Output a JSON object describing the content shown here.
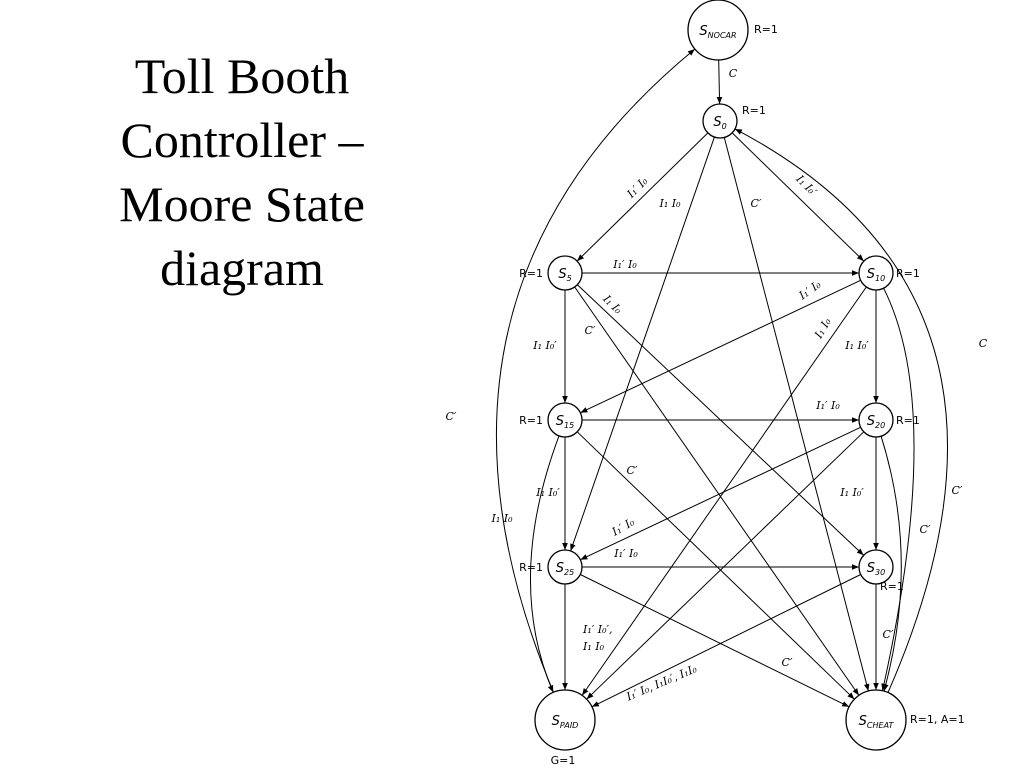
{
  "title": {
    "lines": [
      "Toll Booth",
      "Controller –",
      "Moore State",
      "diagram"
    ]
  },
  "states": [
    {
      "id": "nocar",
      "name": "S",
      "sub": "NOCAR",
      "output": "R=1"
    },
    {
      "id": "s0",
      "name": "S",
      "sub": "0",
      "output": "R=1"
    },
    {
      "id": "s5",
      "name": "S",
      "sub": "5",
      "output": "R=1"
    },
    {
      "id": "s10",
      "name": "S",
      "sub": "10",
      "output": "R=1"
    },
    {
      "id": "s15",
      "name": "S",
      "sub": "15",
      "output": "R=1"
    },
    {
      "id": "s20",
      "name": "S",
      "sub": "20",
      "output": "R=1"
    },
    {
      "id": "s25",
      "name": "S",
      "sub": "25",
      "output": "R=1"
    },
    {
      "id": "s30",
      "name": "S",
      "sub": "30",
      "output": "R=1"
    },
    {
      "id": "paid",
      "name": "S",
      "sub": "PAID",
      "output": "G=1"
    },
    {
      "id": "cheat",
      "name": "S",
      "sub": "CHEAT",
      "output": "R=1, A=1"
    }
  ],
  "transitions": [
    {
      "id": "t-nocar-s0",
      "from": "nocar",
      "to": "s0",
      "label": "C"
    },
    {
      "id": "t-s0-s5",
      "from": "s0",
      "to": "s5",
      "label": "I₁′ I₀"
    },
    {
      "id": "t-s0-s25",
      "from": "s0",
      "to": "s25",
      "label": "I₁ I₀"
    },
    {
      "id": "t-s0-cheat",
      "from": "s0",
      "to": "cheat",
      "label": "C′"
    },
    {
      "id": "t-s0-s10",
      "from": "s0",
      "to": "s10",
      "label": "I₁ I₀′"
    },
    {
      "id": "t-s5-s10",
      "from": "s5",
      "to": "s10",
      "label": "I₁′ I₀"
    },
    {
      "id": "t-s5-s30",
      "from": "s5",
      "to": "s30",
      "label": "I₁ I₀"
    },
    {
      "id": "t-s5-cheat",
      "from": "s5",
      "to": "cheat",
      "label": "C′"
    },
    {
      "id": "t-s5-s15",
      "from": "s5",
      "to": "s15",
      "label": "I₁ I₀′"
    },
    {
      "id": "t-s10-s15",
      "from": "s10",
      "to": "s15",
      "label": "I₁′ I₀"
    },
    {
      "id": "t-s10-paid",
      "from": "s10",
      "to": "paid",
      "label": "I₁ I₀"
    },
    {
      "id": "t-s10-s20",
      "from": "s10",
      "to": "s20",
      "label": "I₁ I₀′"
    },
    {
      "id": "t-s10-cheat",
      "from": "s10",
      "to": "cheat",
      "label": "C′"
    },
    {
      "id": "t-s15-s20",
      "from": "s15",
      "to": "s20",
      "label": "I₁′ I₀"
    },
    {
      "id": "t-s15-cheat",
      "from": "s15",
      "to": "cheat",
      "label": "C′"
    },
    {
      "id": "t-s15-s25",
      "from": "s15",
      "to": "s25",
      "label": "I₁ I₀′"
    },
    {
      "id": "t-s15-paid",
      "from": "s15",
      "to": "paid",
      "label": "I₁ I₀"
    },
    {
      "id": "t-s20-s25",
      "from": "s20",
      "to": "s25",
      "label": "I₁′ I₀"
    },
    {
      "id": "t-s20-s30",
      "from": "s20",
      "to": "s30",
      "label": "I₁ I₀′"
    },
    {
      "id": "t-s20-cheat",
      "from": "s20",
      "to": "cheat",
      "label": "C′"
    },
    {
      "id": "t-s20-paid",
      "from": "s20",
      "to": "paid",
      "label": ""
    },
    {
      "id": "t-s25-s30",
      "from": "s25",
      "to": "s30",
      "label": "I₁′ I₀"
    },
    {
      "id": "t-s25-paid",
      "from": "s25",
      "to": "paid",
      "label": "I₁′ I₀′, I₁ I₀"
    },
    {
      "id": "t-s25-cheat",
      "from": "s25",
      "to": "cheat",
      "label": "C′"
    },
    {
      "id": "t-s30-paid",
      "from": "s30",
      "to": "paid",
      "label": "I₁′ I₀, I₁I₀′, I₁I₀"
    },
    {
      "id": "t-s30-cheat",
      "from": "s30",
      "to": "cheat",
      "label": "C′"
    },
    {
      "id": "t-paid-nocar",
      "from": "paid",
      "to": "nocar",
      "label": "C′"
    },
    {
      "id": "t-cheat-s0",
      "from": "cheat",
      "to": "s0",
      "label": "C"
    }
  ]
}
